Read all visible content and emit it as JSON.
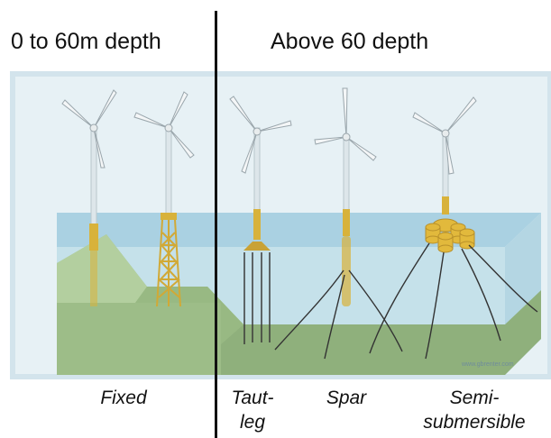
{
  "headings": {
    "left": "0 to 60m depth",
    "right": "Above 60 depth"
  },
  "foundations": [
    {
      "id": "monopile",
      "label": ""
    },
    {
      "id": "jacket",
      "label": "Fixed"
    },
    {
      "id": "tension-leg",
      "label": "Taut-\nleg"
    },
    {
      "id": "spar",
      "label": "Spar"
    },
    {
      "id": "semi",
      "label": "Semi-\nsubmersible"
    }
  ],
  "watermark": "www.gbrenter.com",
  "colors": {
    "sky": "#e7f1f5",
    "water_top": "#a7cfe0",
    "water": "#c5e1ea",
    "seabed": "#9fbf8c",
    "seabed_dark": "#86a873",
    "structure": "#d8b23b",
    "tower": "#dde6ea",
    "mooring": "#333333"
  }
}
